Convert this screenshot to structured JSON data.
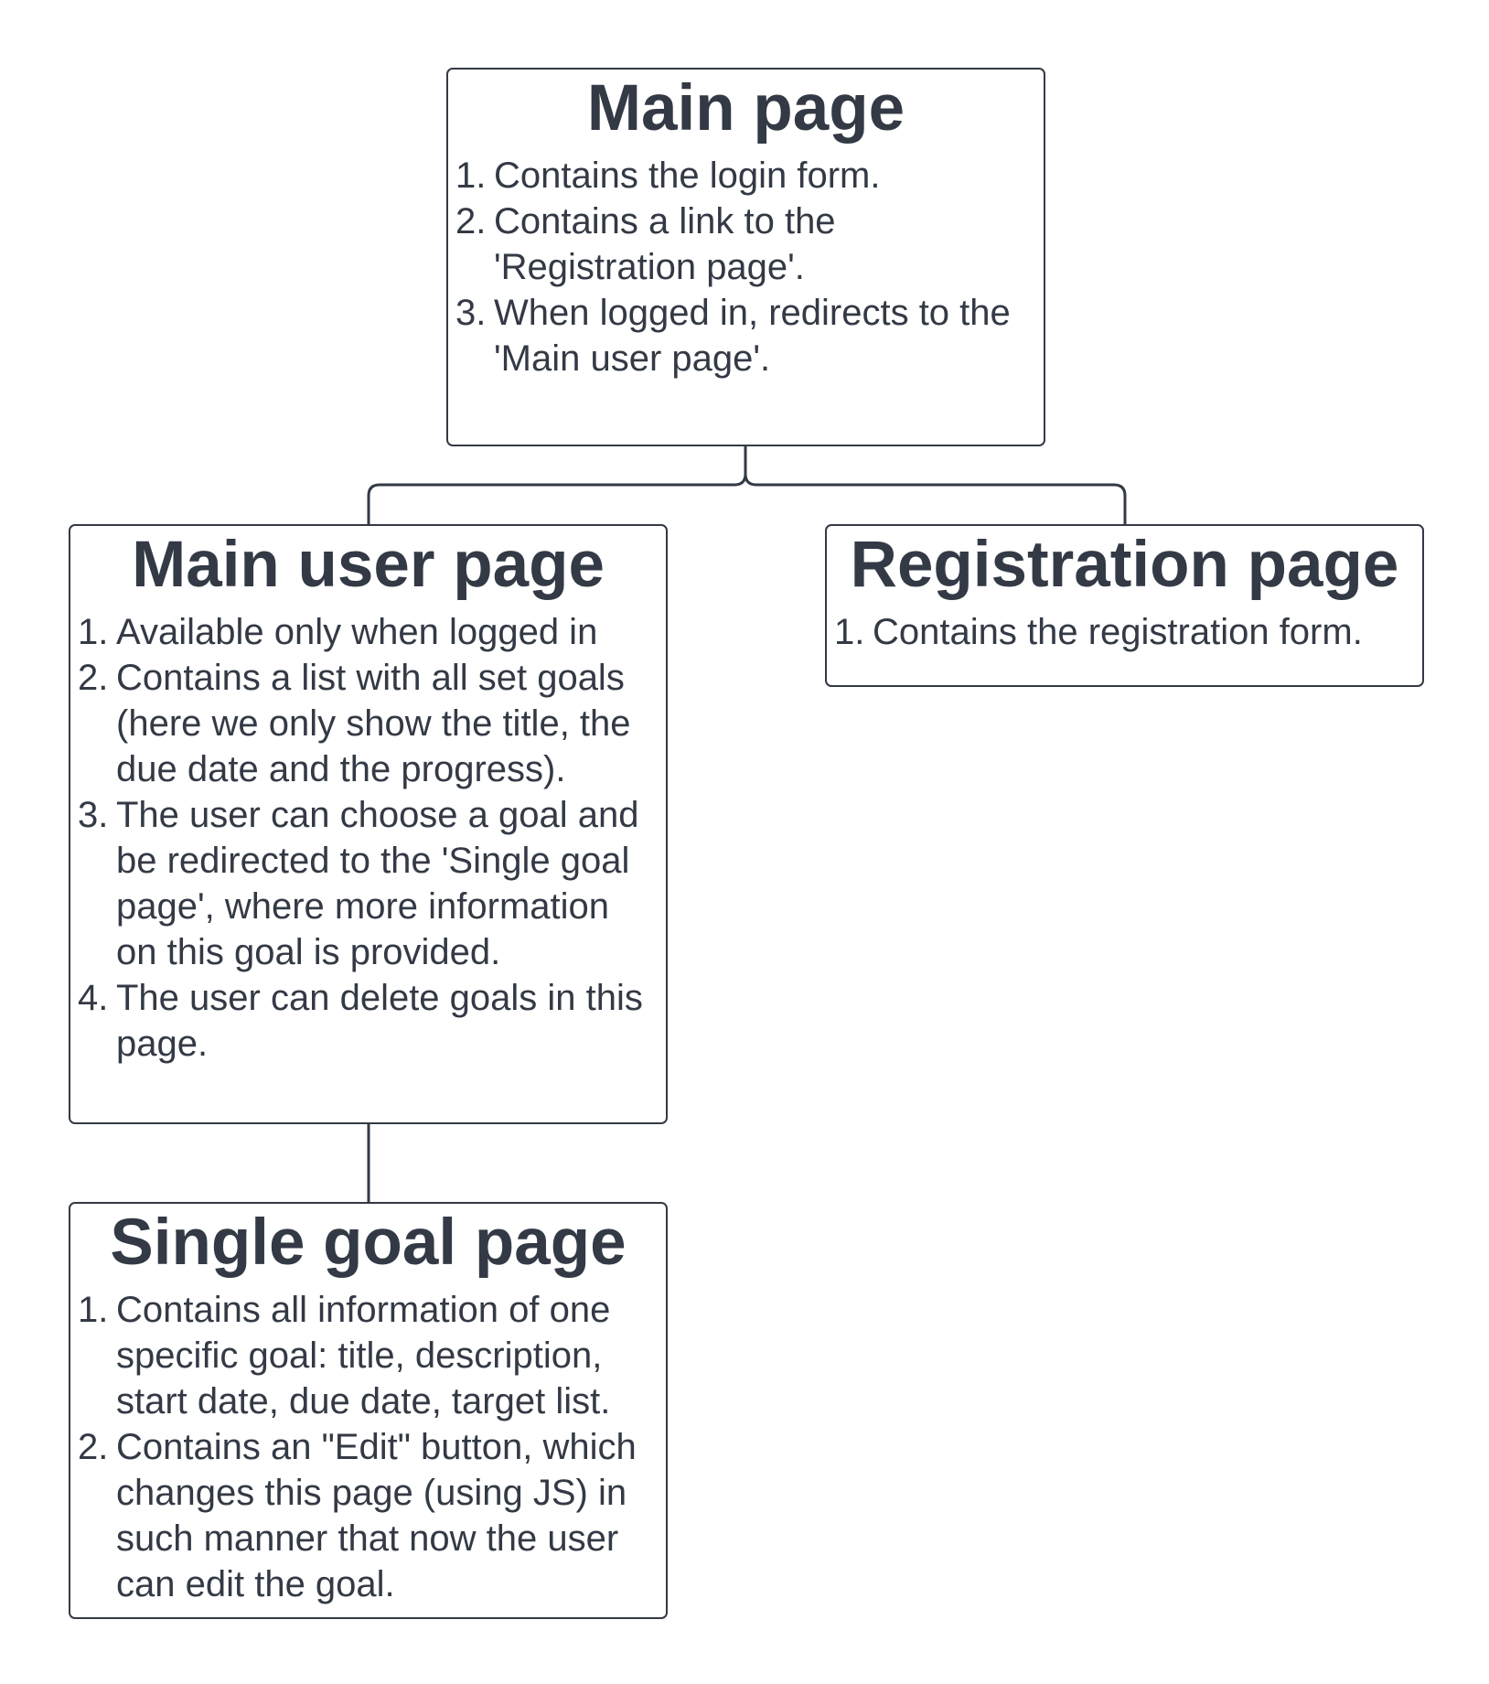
{
  "colors": {
    "stroke": "#333a45",
    "text": "#333a45",
    "background": "#ffffff"
  },
  "nodes": {
    "main": {
      "title": "Main page",
      "items": [
        {
          "num": "1.",
          "text": "Contains the login form."
        },
        {
          "num": "2.",
          "text": "Contains a link to the 'Registration page'."
        },
        {
          "num": "3.",
          "text": "When logged in, redirects to the 'Main user page'."
        }
      ]
    },
    "user": {
      "title": "Main user page",
      "items": [
        {
          "num": "1.",
          "text": "Available only when logged in"
        },
        {
          "num": "2.",
          "text": "Contains a list with all set goals (here we only show the title, the due date and the progress)."
        },
        {
          "num": "3.",
          "text": "The user can choose a goal and be redirected to the 'Single goal page', where more information on this goal is provided."
        },
        {
          "num": "4.",
          "text": "The user can delete goals in this page."
        }
      ]
    },
    "registration": {
      "title": "Registration page",
      "items": [
        {
          "num": "1.",
          "text": "Contains the registration form."
        }
      ]
    },
    "goal": {
      "title": "Single goal page",
      "items": [
        {
          "num": "1.",
          "text": "Contains all information of one specific goal: title, description, start date, due date, target list."
        },
        {
          "num": "2.",
          "text": "Contains an \"Edit\" button, which changes this page (using JS) in such manner that now the user can edit the goal."
        }
      ]
    }
  }
}
